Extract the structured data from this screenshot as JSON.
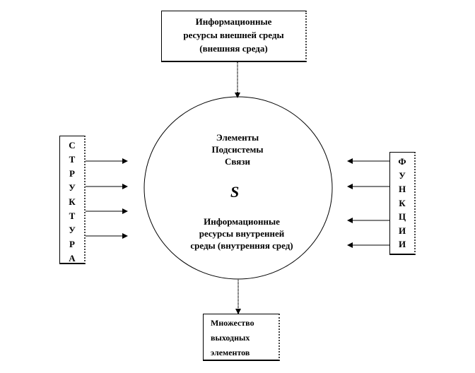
{
  "top_box": {
    "lines": [
      "Информационные",
      "ресурсы внешней среды",
      "(внешняя среда)"
    ]
  },
  "circle": {
    "upper_lines": [
      "Элементы",
      "Подсистемы",
      "Связи"
    ],
    "symbol": "S",
    "lower_lines": [
      "Информационные",
      "ресурсы внутренней",
      "среды (внутренняя сред)"
    ]
  },
  "left_box": {
    "letters": [
      "С",
      "Т",
      "Р",
      "У",
      "К",
      "Т",
      "У",
      "Р",
      "А"
    ]
  },
  "right_box": {
    "letters": [
      "Ф",
      "У",
      "Н",
      "К",
      "Ц",
      "И",
      "И"
    ]
  },
  "bottom_box": {
    "lines": [
      "Множество",
      "выходных",
      "элементов"
    ]
  }
}
